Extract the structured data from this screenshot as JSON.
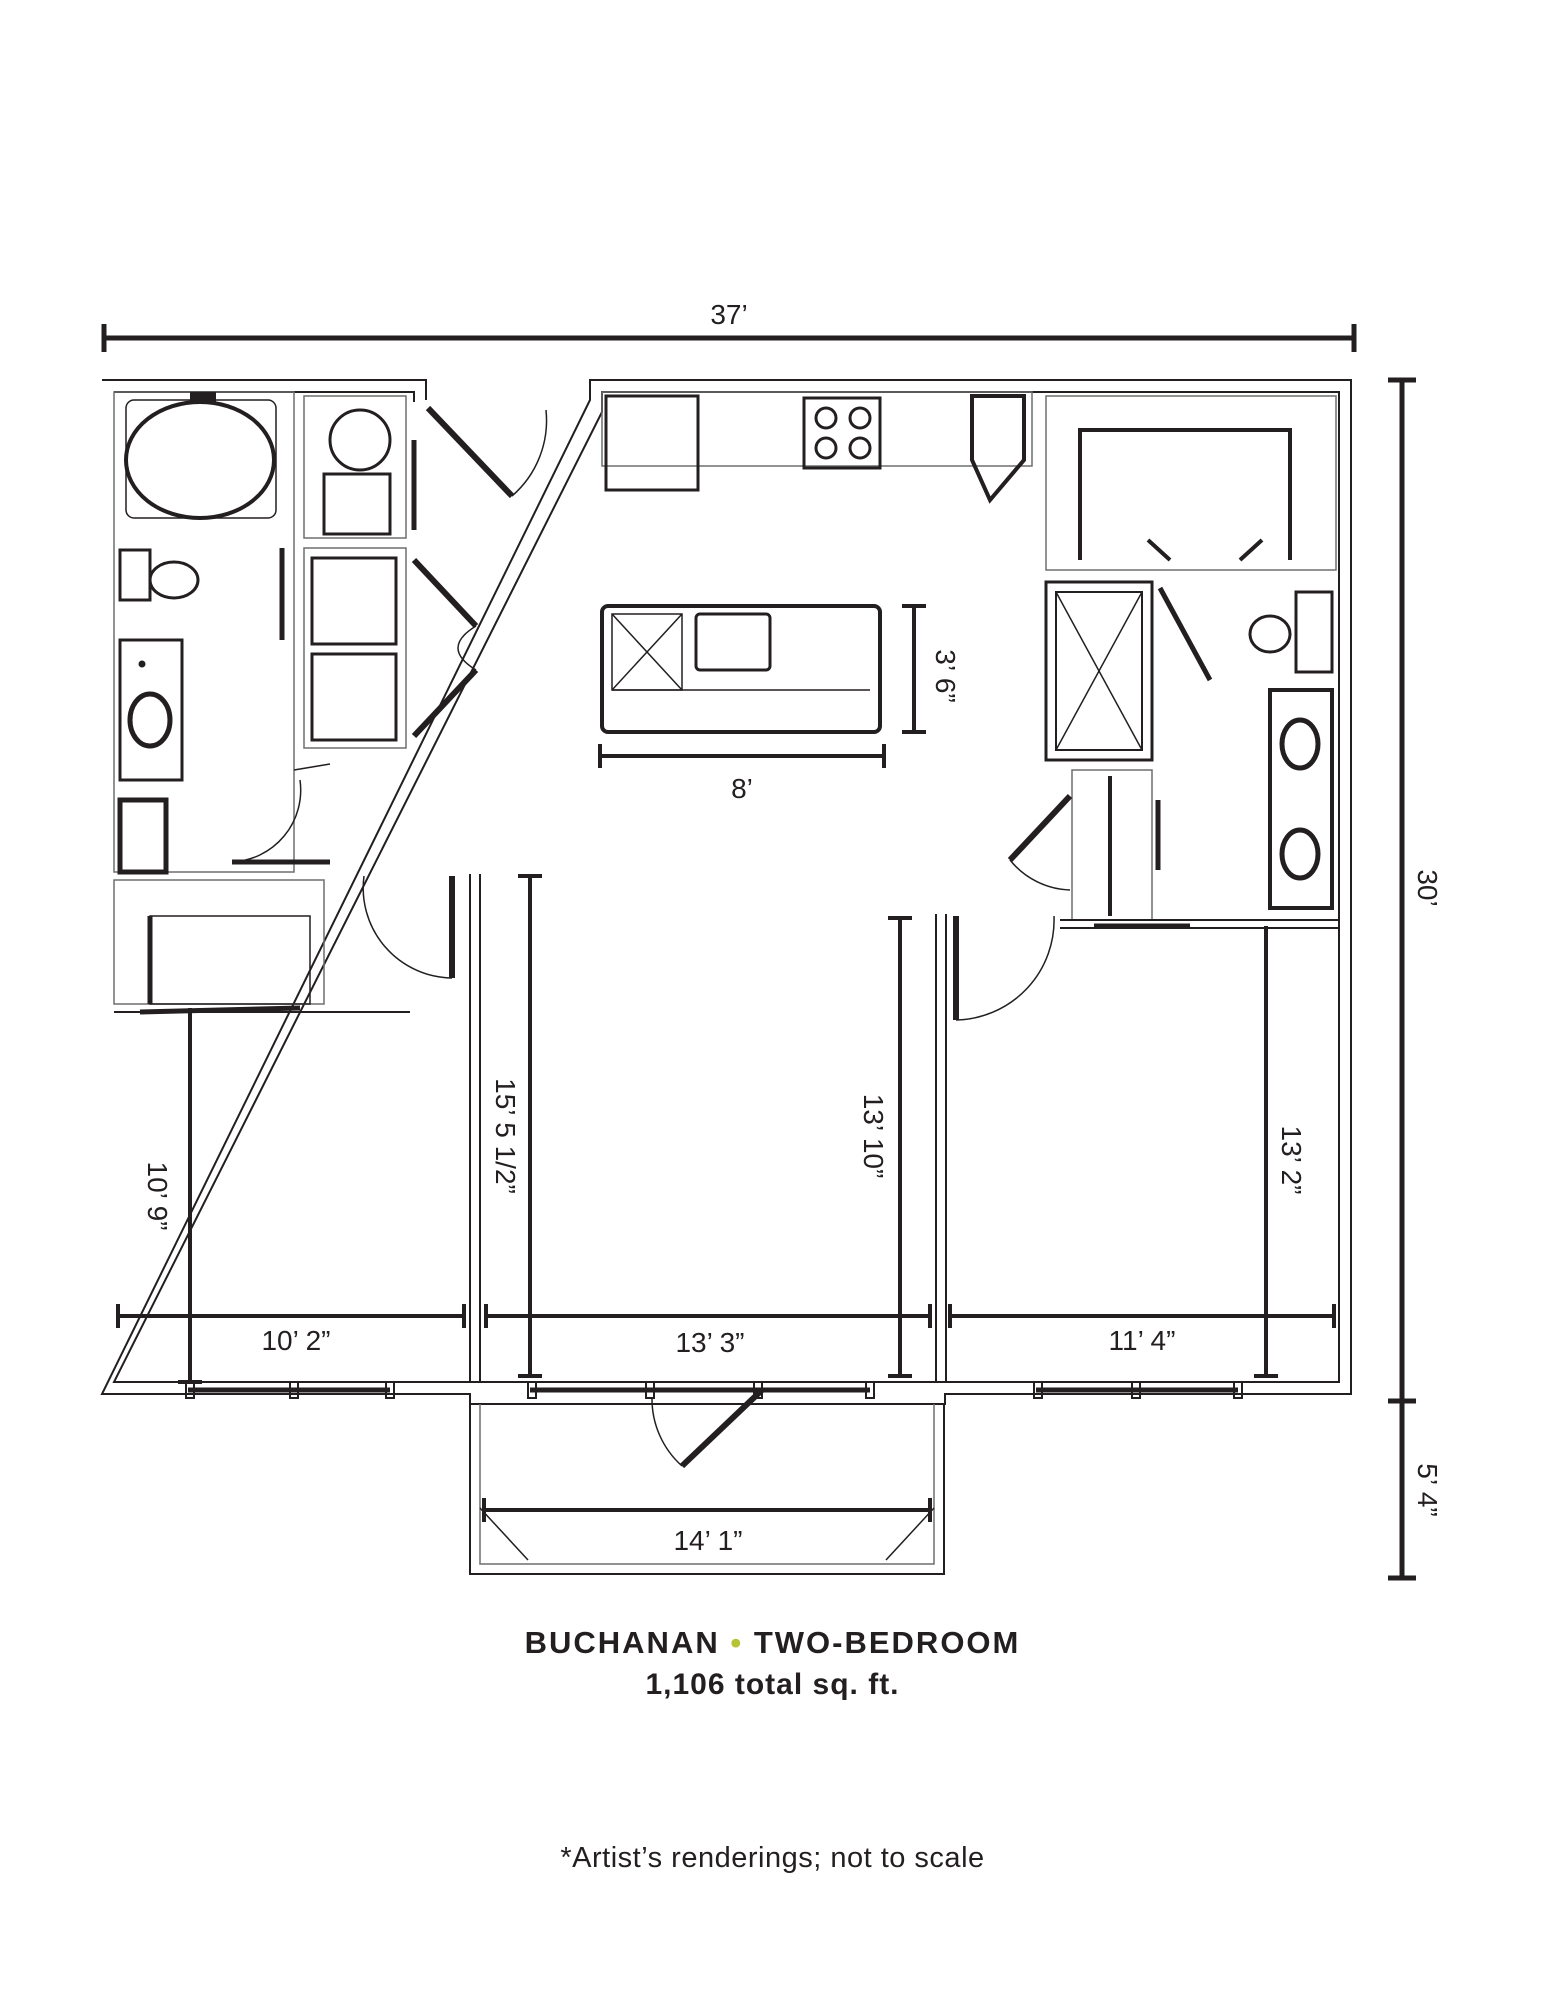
{
  "plan": {
    "name": "BUCHANAN",
    "separator": "•",
    "type": "TWO-BEDROOM",
    "area": "1,106 total sq. ft.",
    "note": "*Artist’s renderings; not to scale"
  },
  "colors": {
    "line": "#231f20",
    "accent": "#b5c334",
    "thin_line": "#6d6e71"
  },
  "dimensions": {
    "overall_width": "37’",
    "overall_depth": "30’",
    "balcony_depth": "5’ 4”",
    "island_width": "8’",
    "island_depth": "3’ 6”",
    "bedroom_left_width": "10’ 2”",
    "bedroom_left_depth": "10’ 9”",
    "living_width": "13’ 3”",
    "living_depth_left": "15’ 5 1/2”",
    "living_depth_right": "13’ 10”",
    "bedroom_right_width": "11’ 4”",
    "bedroom_right_depth": "13’ 2”",
    "balcony_width": "14’ 1”"
  }
}
